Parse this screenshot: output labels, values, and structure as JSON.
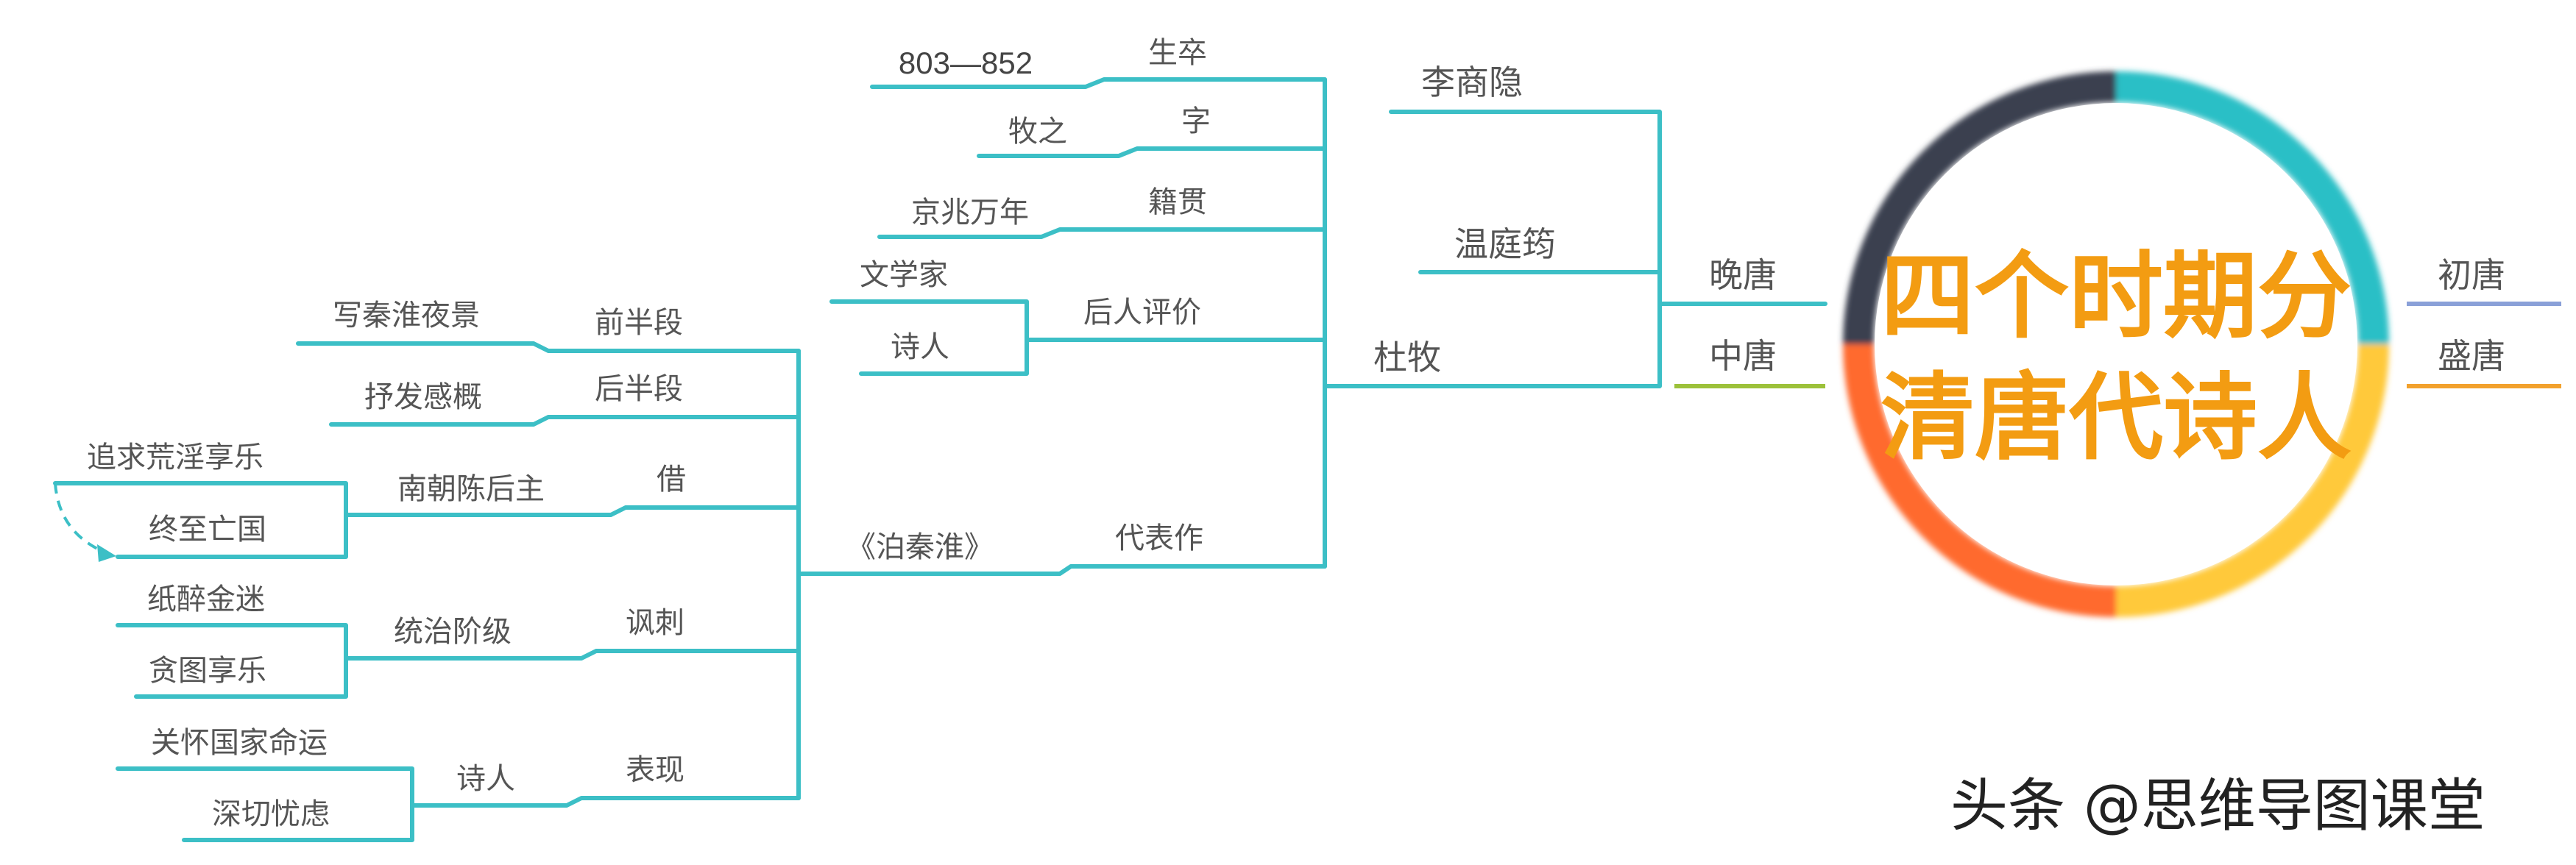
{
  "title": {
    "line1": "四个时期分",
    "line2": "清唐代诗人"
  },
  "colors": {
    "branch": "#3cbfc6",
    "chu": "#8aa0d8",
    "sheng": "#f2a12d",
    "zhong": "#9cc13a",
    "ring_teal": "#2bbfc6",
    "ring_dark": "#3a4150",
    "ring_orange": "#ff6a2e",
    "ring_yellow": "#ffc93a",
    "title": "#f39c12"
  },
  "periods": {
    "chu": "初唐",
    "sheng": "盛唐",
    "zhong": "中唐",
    "wan": "晚唐"
  },
  "poets": {
    "li": "李商隐",
    "wen": "温庭筠",
    "du": "杜牧"
  },
  "du_mu": {
    "shengzu": {
      "label": "生卒",
      "value": "803—852"
    },
    "zi": {
      "label": "字",
      "value": "牧之"
    },
    "jiguan": {
      "label": "籍贯",
      "value": "京兆万年"
    },
    "pingjia": {
      "label": "后人评价",
      "items": [
        "文学家",
        "诗人"
      ]
    },
    "daibiaozuo": {
      "label": "代表作",
      "work": "《泊秦淮》"
    }
  },
  "bo_qin_huai": {
    "qian": {
      "label": "前半段",
      "value": "写秦淮夜景"
    },
    "hou": {
      "label": "后半段",
      "value": "抒发感概"
    },
    "jie": {
      "label": "借",
      "target": "南朝陈后主",
      "items": [
        "追求荒淫享乐",
        "终至亡国"
      ]
    },
    "fengci": {
      "label": "讽刺",
      "target": "统治阶级",
      "items": [
        "纸醉金迷",
        "贪图享乐"
      ]
    },
    "biaoxian": {
      "label": "表现",
      "target": "诗人",
      "items": [
        "关怀国家命运",
        "深切忧虑"
      ]
    }
  },
  "watermark": "头条 @思维导图课堂"
}
